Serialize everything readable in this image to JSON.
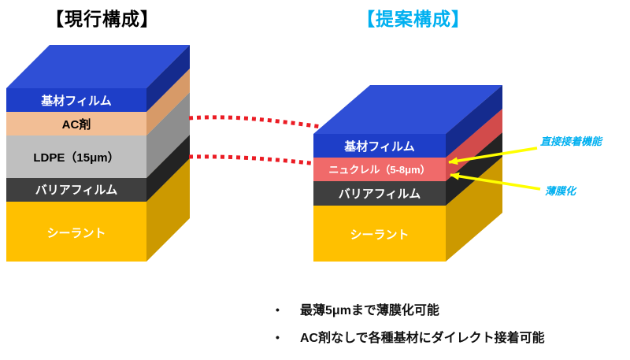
{
  "titles": {
    "current": {
      "text": "【現行構成】",
      "color": "#000000"
    },
    "proposed": {
      "text": "【提案構成】",
      "color": "#00B0F0"
    }
  },
  "left_stack": {
    "layers": [
      {
        "name": "base-film",
        "label": "基材フィルム",
        "front": "#1e3ec8",
        "side": "#152b8e",
        "top": "#2f4fd6",
        "text_color": "#ffffff"
      },
      {
        "name": "ac-agent",
        "label": "AC剤",
        "front": "#f2be95",
        "side": "#d79a68",
        "top": "#f6cfae",
        "text_color": "#000000"
      },
      {
        "name": "ldpe",
        "label": "LDPE（15μm）",
        "front": "#bfbfbf",
        "side": "#8e8e8e",
        "top": "#d6d6d6",
        "text_color": "#000000"
      },
      {
        "name": "barrier-film",
        "label": "バリアフィルム",
        "front": "#3f3f3f",
        "side": "#232323",
        "top": "#555555",
        "text_color": "#ffffff"
      },
      {
        "name": "sealant",
        "label": "シーラント",
        "front": "#ffc000",
        "side": "#cc9900",
        "top": "#ffd34d",
        "text_color": "#ffffff"
      }
    ]
  },
  "right_stack": {
    "layers": [
      {
        "name": "base-film",
        "label": "基材フィルム",
        "front": "#1e3ec8",
        "side": "#152b8e",
        "top": "#2f4fd6",
        "text_color": "#ffffff"
      },
      {
        "name": "nucrel",
        "label": "ニュクレル（5-8μm）",
        "front": "#f06a6a",
        "side": "#d24b4b",
        "top": "#f59c9c",
        "text_color": "#ffffff"
      },
      {
        "name": "barrier-film",
        "label": "バリアフィルム",
        "front": "#3f3f3f",
        "side": "#232323",
        "top": "#555555",
        "text_color": "#ffffff"
      },
      {
        "name": "sealant",
        "label": "シーラント",
        "front": "#ffc000",
        "side": "#cc9900",
        "top": "#ffd34d",
        "text_color": "#ffffff"
      }
    ]
  },
  "transition": {
    "color": "#eb1c24"
  },
  "callouts": {
    "color": "#00B0F0",
    "arrow_color": "#ffff00",
    "adhesion_label": "直接接着機能",
    "thinning_label": "薄膜化"
  },
  "bullets": {
    "marker": "•",
    "items": [
      "最薄5μmまで薄膜化可能",
      "AC剤なしで各種基材にダイレクト接着可能"
    ]
  }
}
